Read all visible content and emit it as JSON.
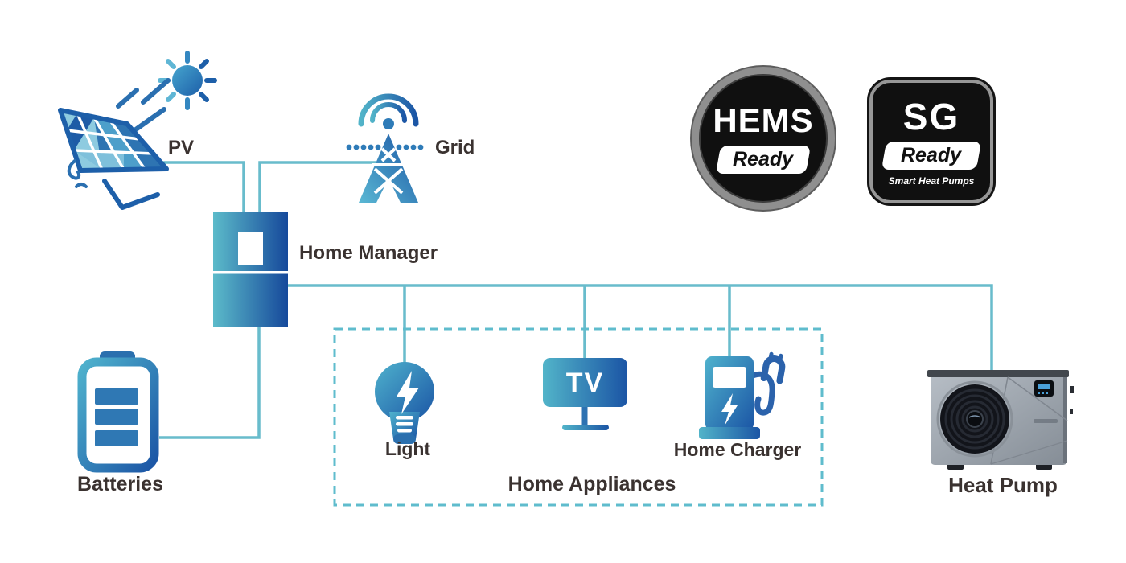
{
  "nodes": {
    "pv": "PV",
    "grid": "Grid",
    "home_manager": "Home Manager",
    "batteries": "Batteries",
    "light": "Light",
    "tv": "TV",
    "home_charger": "Home Charger",
    "home_appliances": "Home Appliances",
    "heat_pump": "Heat Pump"
  },
  "badges": {
    "hems": {
      "title": "HEMS",
      "label": "Ready"
    },
    "sg": {
      "title": "SG",
      "label": "Ready",
      "tagline": "Smart Heat Pumps"
    }
  },
  "connections": [
    {
      "from": "pv",
      "to": "home_manager"
    },
    {
      "from": "grid",
      "to": "home_manager"
    },
    {
      "from": "batteries",
      "to": "home_manager"
    },
    {
      "from": "home_manager",
      "to": "light"
    },
    {
      "from": "home_manager",
      "to": "tv"
    },
    {
      "from": "home_manager",
      "to": "home_charger"
    },
    {
      "from": "home_manager",
      "to": "heat_pump"
    }
  ],
  "colors": {
    "connector": "#68bccc",
    "appliance_box_border": "#5fbccd",
    "icon_teal": "#52b4c9",
    "icon_blue": "#1b55a5",
    "label_text": "#3a3230",
    "badge_black": "#101010",
    "badge_ring_gray": "#8f8f8f",
    "heat_pump_gray": "#9aa2ab"
  }
}
